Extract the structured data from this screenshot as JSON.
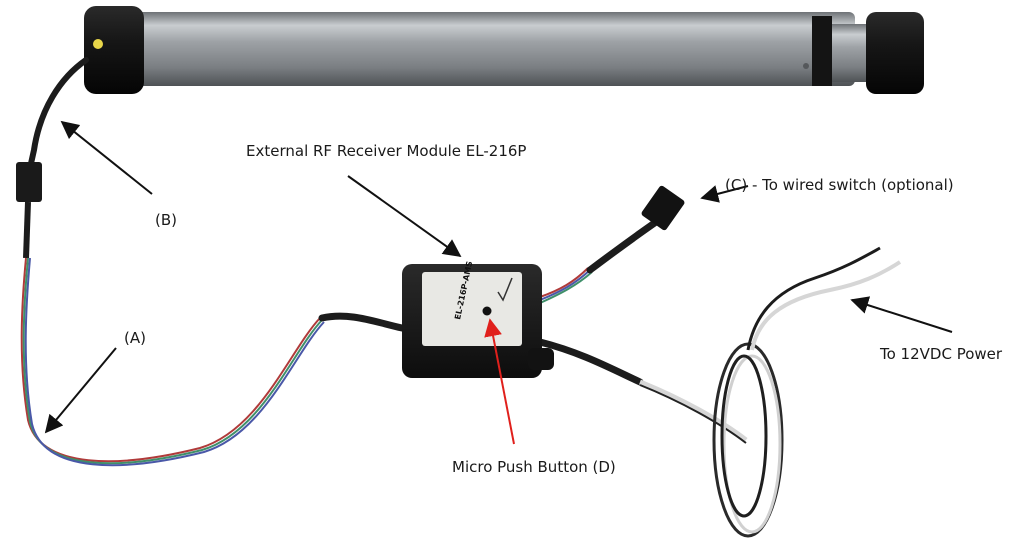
{
  "labels": {
    "module": "External RF Receiver Module EL-216P",
    "switch": "(C) - To wired switch (optional)",
    "cable_b": "(B)",
    "cable_a": "(A)",
    "power": "To 12VDC Power",
    "button": "Micro Push Button (D)"
  },
  "module_face": {
    "model": "EL-216P-AMS"
  },
  "colors": {
    "arrow": "#111111",
    "button_arrow": "#e0201c",
    "tube": "#9a9ea2",
    "cable_black": "#1c1c1c",
    "wire_red": "#b03a3a",
    "wire_green": "#3f8f6a",
    "wire_blue": "#4a58a8"
  }
}
